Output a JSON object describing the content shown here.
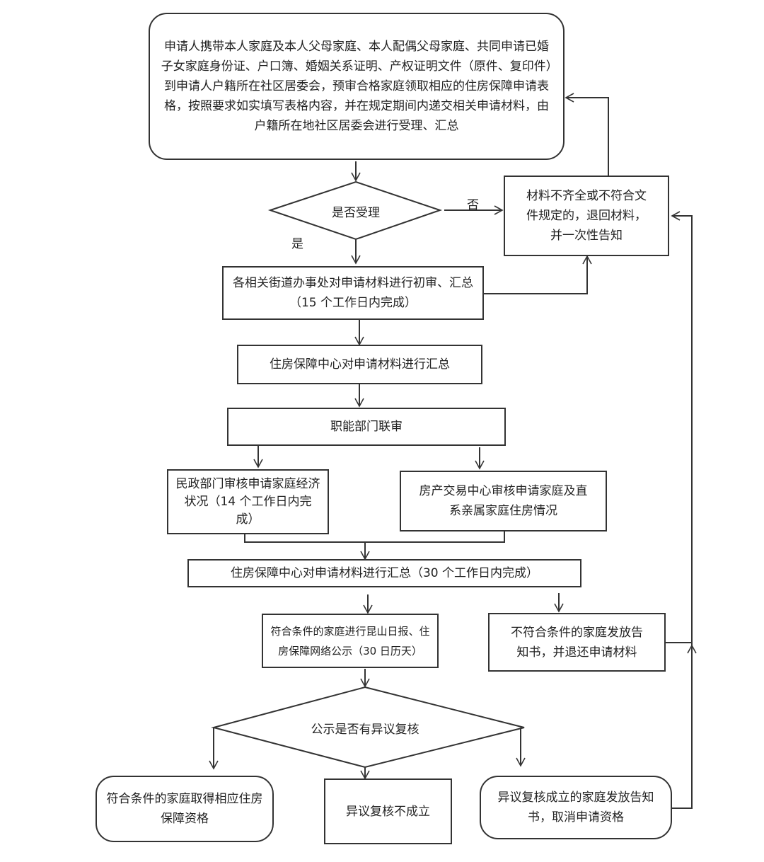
{
  "title": "住房保障申请流程图",
  "nodes": {
    "apply": "申请人携带本人家庭及本人父母家庭、本人配偶父母家庭、共同申请已婚子女家庭身份证、户口簿、婚姻关系证明、产权证明文件（原件、复印件）到申请人户籍所在社区居委会，预审合格家庭领取相应的住房保障申请表格，按照要求如实填写表格内容，并在规定期间内递交相关申请材料，由户籍所在地社区居委会进行受理、汇总",
    "accept_decision": "是否受理",
    "reject_materials": "材料不齐全或不符合文件规定的，退回材料，并一次性告知",
    "street_review": "各相关街道办事处对申请材料进行初审、汇总（15 个工作日内完成）",
    "center_summary": "住房保障中心对申请材料进行汇总",
    "joint_review": "职能部门联审",
    "civil_affairs": "民政部门审核申请家庭经济状况（14 个工作日内完成）",
    "housing_trade": "房产交易中心审核申请家庭及直系亲属家庭住房情况",
    "center_summary_30": "住房保障中心对申请材料进行汇总（30 个工作日内完成）",
    "publicity": "符合条件的家庭进行昆山日报、住房保障网络公示（30 日历天）",
    "not_qualified": "不符合条件的家庭发放告知书，并退还申请材料",
    "objection_decision": "公示是否有异议复核",
    "qualified_result": "符合条件的家庭取得相应住房保障资格",
    "objection_invalid": "异议复核不成立",
    "objection_valid": "异议复核成立的家庭发放告知书，取消申请资格"
  },
  "edge_labels": {
    "no": "否",
    "yes": "是"
  }
}
